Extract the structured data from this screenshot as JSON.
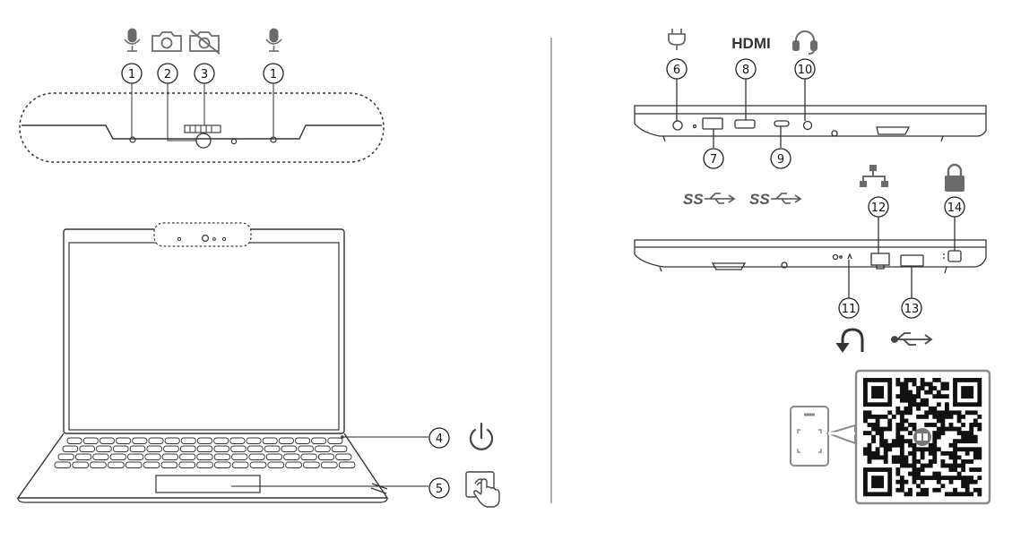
{
  "callouts": {
    "c1a": "1",
    "c2": "2",
    "c3": "3",
    "c1b": "1",
    "c4": "4",
    "c5": "5",
    "c6": "6",
    "c8": "8",
    "c10": "10",
    "c7": "7",
    "c9": "9",
    "c12": "12",
    "c14": "14",
    "c11": "11",
    "c13": "13"
  },
  "port_labels": {
    "hdmi": "HDMI",
    "ss_a": "SS",
    "ss_c": "SS"
  },
  "colors": {
    "line": "#333333",
    "icon": "#6b6b6b",
    "qr_frame": "#8a8a8a"
  },
  "icons": [
    "microphone-icon",
    "camera-icon",
    "camera-off-icon",
    "power-icon",
    "fingerprint-touch-icon",
    "power-plug-icon",
    "headset-icon",
    "usb-icon",
    "ethernet-icon",
    "lock-icon",
    "reset-arrow-icon",
    "phone-scan-icon",
    "qr-code"
  ]
}
